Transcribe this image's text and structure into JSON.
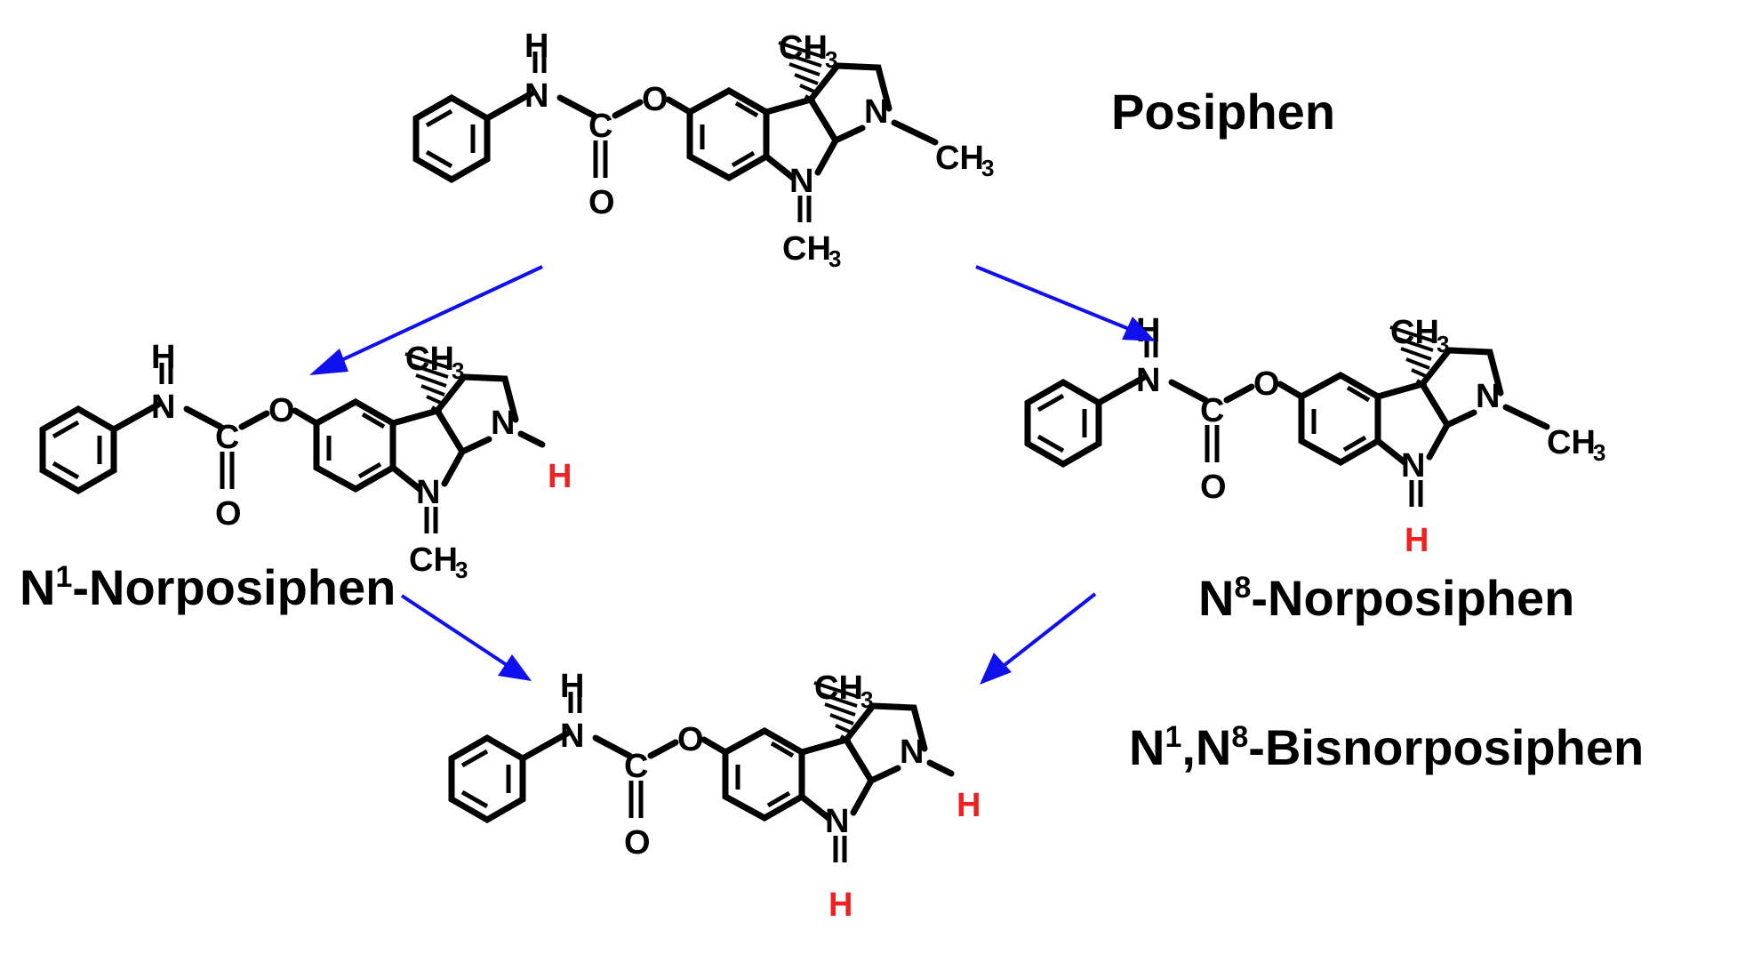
{
  "colors": {
    "bond": "#000000",
    "arrow": "#1010ee",
    "highlight": "#ee2222",
    "background": "#ffffff"
  },
  "atoms": {
    "H": "H",
    "N": "N",
    "C": "C",
    "O": "O",
    "CH": "CH",
    "three": "3"
  },
  "compounds": {
    "posiphen": {
      "name": "Posiphen"
    },
    "n1": {
      "name_prefix": "N",
      "sup": "1",
      "name_suffix": "-Norposiphen"
    },
    "n8": {
      "name_prefix": "N",
      "sup": "8",
      "name_suffix": "-Norposiphen"
    },
    "bis": {
      "p1": "N",
      "sup1": "1",
      "p2": ",N",
      "sup2": "8",
      "p3": "-Bisnorposiphen"
    }
  }
}
